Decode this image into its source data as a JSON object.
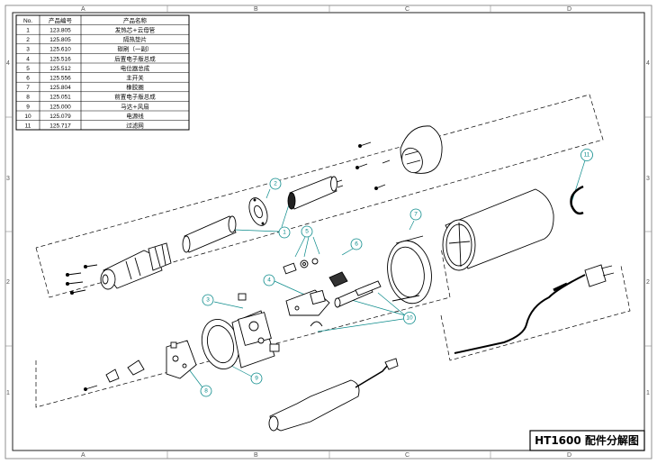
{
  "zones": {
    "top": [
      "A",
      "B",
      "C",
      "D"
    ],
    "left": [
      "4",
      "3",
      "2",
      "1"
    ],
    "right": [
      "4",
      "3",
      "2",
      "1"
    ]
  },
  "parts_table": {
    "headers": [
      "No.",
      "产品编号",
      "产品名称"
    ],
    "rows": [
      [
        "1",
        "123.805",
        "发热芯+云母管"
      ],
      [
        "2",
        "125.805",
        "隔热垫片"
      ],
      [
        "3",
        "125.610",
        "碳刷（一副）"
      ],
      [
        "4",
        "125.516",
        "后置电子版总成"
      ],
      [
        "5",
        "125.512",
        "电位器总成"
      ],
      [
        "6",
        "125.556",
        "主开关"
      ],
      [
        "7",
        "125.804",
        "橡胶圈"
      ],
      [
        "8",
        "125.051",
        "前置电子版总成"
      ],
      [
        "9",
        "125.000",
        "马达+风扇"
      ],
      [
        "10",
        "125.079",
        "电源线"
      ],
      [
        "11",
        "125.717",
        "过滤网"
      ]
    ]
  },
  "callouts": [
    "1",
    "2",
    "3",
    "4",
    "5",
    "6",
    "7",
    "8",
    "9",
    "10",
    "11"
  ],
  "title": "HT1600 配件分解图"
}
